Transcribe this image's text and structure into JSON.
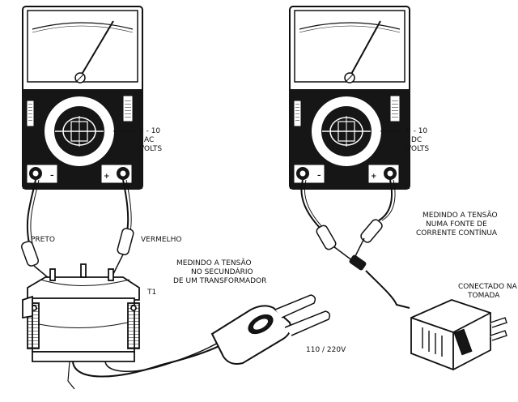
{
  "colors": {
    "ink": "#111111",
    "paper": "#ffffff",
    "panel": "#161616"
  },
  "left_meter": {
    "range_line1": "0 - 10",
    "range_line2": "AC",
    "range_line3": "VOLTS",
    "minus_label": "–",
    "plus_label": "+"
  },
  "right_meter": {
    "range_line1": "0 - 10",
    "range_line2": "DC",
    "range_line3": "VOLTS",
    "minus_label": "–",
    "plus_label": "+"
  },
  "left_setup": {
    "lead_black": "PRETO",
    "lead_red": "VERMELHO",
    "transformer_ref": "T1",
    "caption_line1": "MEDINDO A TENSÃO",
    "caption_line2": "NO SECUNDÁRIO",
    "caption_line3": "DE UM TRANSFORMADOR",
    "mains_voltage": "110 / 220V"
  },
  "right_setup": {
    "caption_line1": "MEDINDO A TENSÃO",
    "caption_line2": "NUMA FONTE DE",
    "caption_line3": "CORRENTE CONTÍNUA",
    "adapter_line1": "CONECTADO NA",
    "adapter_line2": "TOMADA"
  }
}
